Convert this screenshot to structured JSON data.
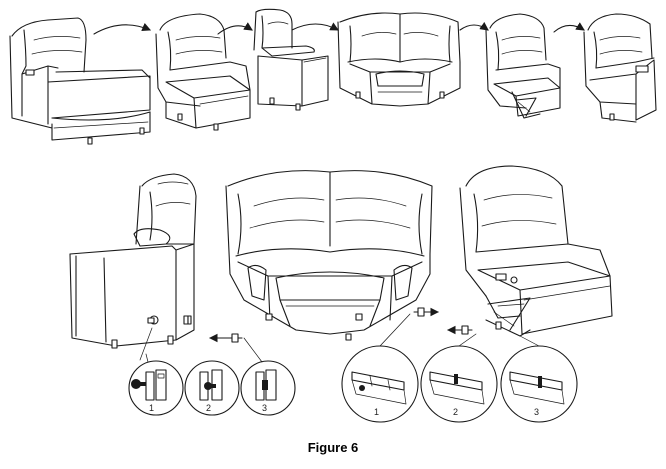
{
  "figure": {
    "caption": "Figure 6"
  },
  "step_labels": {
    "left": [
      "1",
      "2",
      "3"
    ],
    "right": [
      "1",
      "2",
      "3"
    ]
  },
  "icons": [
    "arrow-right-icon",
    "arrow-left-icon",
    "pin-icon",
    "bracket-icon"
  ]
}
